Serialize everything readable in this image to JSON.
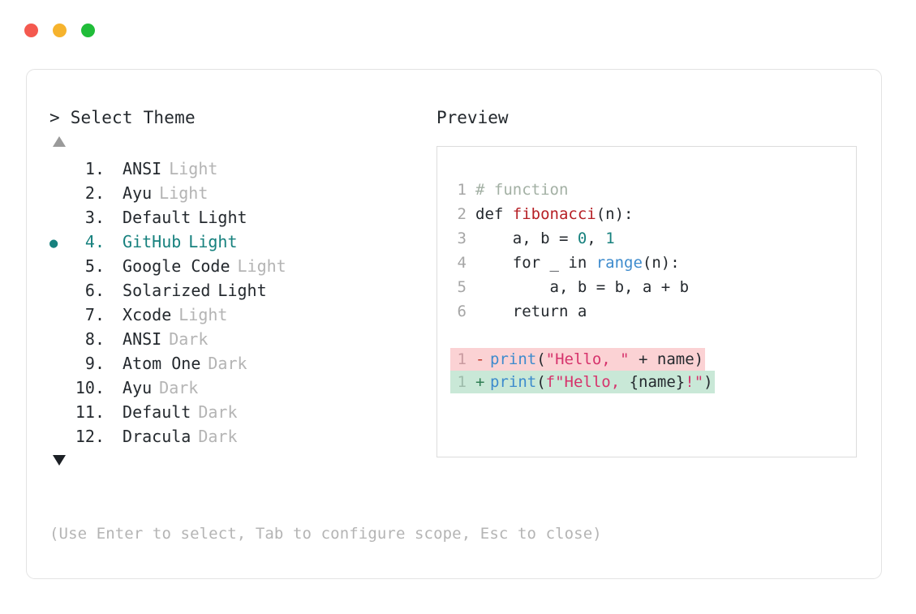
{
  "window": {
    "traffic_lights": [
      {
        "name": "close",
        "color": "#f4594f"
      },
      {
        "name": "minimize",
        "color": "#f6b32d"
      },
      {
        "name": "maximize",
        "color": "#20bd39"
      }
    ]
  },
  "left": {
    "prompt_caret": ">",
    "prompt_title": "Select Theme",
    "scroll_up_icon": "triangle-up",
    "scroll_down_icon": "triangle-down",
    "selected_index": 4,
    "selected_color": "#17817e",
    "variant_color": "#b4b4b4",
    "themes": [
      {
        "index": "1.",
        "bullet": "",
        "name": "ANSI",
        "variant": "Light",
        "variant_muted": true
      },
      {
        "index": "2.",
        "bullet": "",
        "name": "Ayu",
        "variant": "Light",
        "variant_muted": true
      },
      {
        "index": "3.",
        "bullet": "",
        "name": "Default",
        "variant": "Light",
        "variant_muted": false
      },
      {
        "index": "4.",
        "bullet": "●",
        "name": "GitHub",
        "variant": "Light",
        "variant_muted": false
      },
      {
        "index": "5.",
        "bullet": "",
        "name": "Google Code",
        "variant": "Light",
        "variant_muted": true
      },
      {
        "index": "6.",
        "bullet": "",
        "name": "Solarized",
        "variant": "Light",
        "variant_muted": false
      },
      {
        "index": "7.",
        "bullet": "",
        "name": "Xcode",
        "variant": "Light",
        "variant_muted": true
      },
      {
        "index": "8.",
        "bullet": "",
        "name": "ANSI",
        "variant": "Dark",
        "variant_muted": true
      },
      {
        "index": "9.",
        "bullet": "",
        "name": "Atom One",
        "variant": "Dark",
        "variant_muted": true
      },
      {
        "index": "10.",
        "bullet": "",
        "name": "Ayu",
        "variant": "Dark",
        "variant_muted": true
      },
      {
        "index": "11.",
        "bullet": "",
        "name": "Default",
        "variant": "Dark",
        "variant_muted": true
      },
      {
        "index": "12.",
        "bullet": "",
        "name": "Dracula",
        "variant": "Dark",
        "variant_muted": true
      }
    ]
  },
  "right": {
    "preview_label": "Preview",
    "code_lines": [
      {
        "ln": "1",
        "tokens": [
          {
            "t": "# function",
            "c": "comment"
          }
        ]
      },
      {
        "ln": "2",
        "tokens": [
          {
            "t": "def ",
            "c": "keyword"
          },
          {
            "t": "fibonacci",
            "c": "func"
          },
          {
            "t": "(n):",
            "c": "plain"
          }
        ]
      },
      {
        "ln": "3",
        "tokens": [
          {
            "t": "    a, b = ",
            "c": "plain"
          },
          {
            "t": "0",
            "c": "number"
          },
          {
            "t": ", ",
            "c": "plain"
          },
          {
            "t": "1",
            "c": "number"
          }
        ]
      },
      {
        "ln": "4",
        "tokens": [
          {
            "t": "    for _ in ",
            "c": "plain"
          },
          {
            "t": "range",
            "c": "builtin"
          },
          {
            "t": "(n):",
            "c": "plain"
          }
        ]
      },
      {
        "ln": "5",
        "tokens": [
          {
            "t": "        a, b = b, a + b",
            "c": "plain"
          }
        ]
      },
      {
        "ln": "6",
        "tokens": [
          {
            "t": "    return a",
            "c": "plain"
          }
        ]
      }
    ],
    "diff_lines": [
      {
        "ln": "1",
        "marker": "-",
        "kind": "del",
        "bg": "#fbd2d4",
        "tokens": [
          {
            "t": "print",
            "c": "builtin"
          },
          {
            "t": "(",
            "c": "plain"
          },
          {
            "t": "\"Hello, \"",
            "c": "string"
          },
          {
            "t": " + name)",
            "c": "plain"
          }
        ]
      },
      {
        "ln": "1",
        "marker": "+",
        "kind": "add",
        "bg": "#c9e8d7",
        "tokens": [
          {
            "t": "print",
            "c": "builtin"
          },
          {
            "t": "(",
            "c": "plain"
          },
          {
            "t": "f\"Hello, ",
            "c": "string"
          },
          {
            "t": "{name}",
            "c": "plain"
          },
          {
            "t": "!\"",
            "c": "string"
          },
          {
            "t": ")",
            "c": "plain"
          }
        ]
      }
    ]
  },
  "footer": {
    "hint": "(Use Enter to select, Tab to configure scope, Esc to close)"
  }
}
